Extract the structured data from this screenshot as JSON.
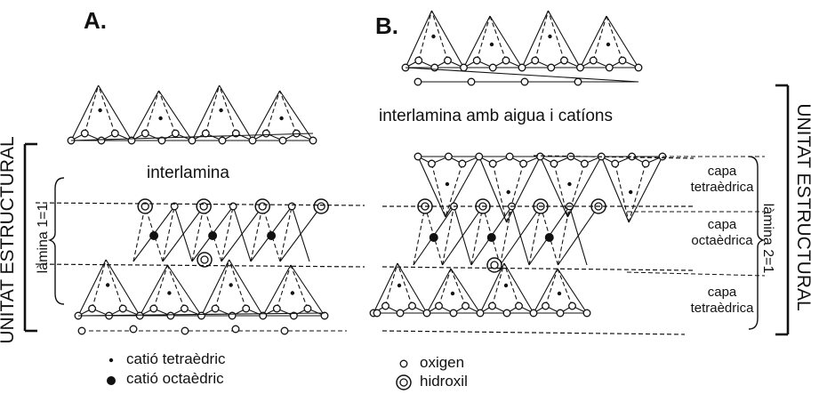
{
  "panels": {
    "a": "A.",
    "b": "B."
  },
  "labels": {
    "interlamina": "interlamina",
    "interlamina_water": "interlamina amb aigua i catíons",
    "unit_left": "UNITAT ESTRUCTURAL",
    "sheet_left": "làmina 1=1",
    "unit_right": "UNITAT ESTRUCTURAL",
    "sheet_right": "làmina 2=1",
    "capa1_a": "capa",
    "capa1_b": "tetraèdrica",
    "capa2_a": "capa",
    "capa2_b": "octaèdrica",
    "capa3_a": "capa",
    "capa3_b": "tetraèdrica"
  },
  "legend": {
    "cat_tetra": "catió tetraèdric",
    "cat_octa": "catió octaèdric",
    "oxygen": "oxigen",
    "hydroxyl": "hidroxil"
  },
  "icons": [
    "small-dot-icon",
    "large-dot-icon",
    "open-circle-icon",
    "double-circle-icon"
  ]
}
